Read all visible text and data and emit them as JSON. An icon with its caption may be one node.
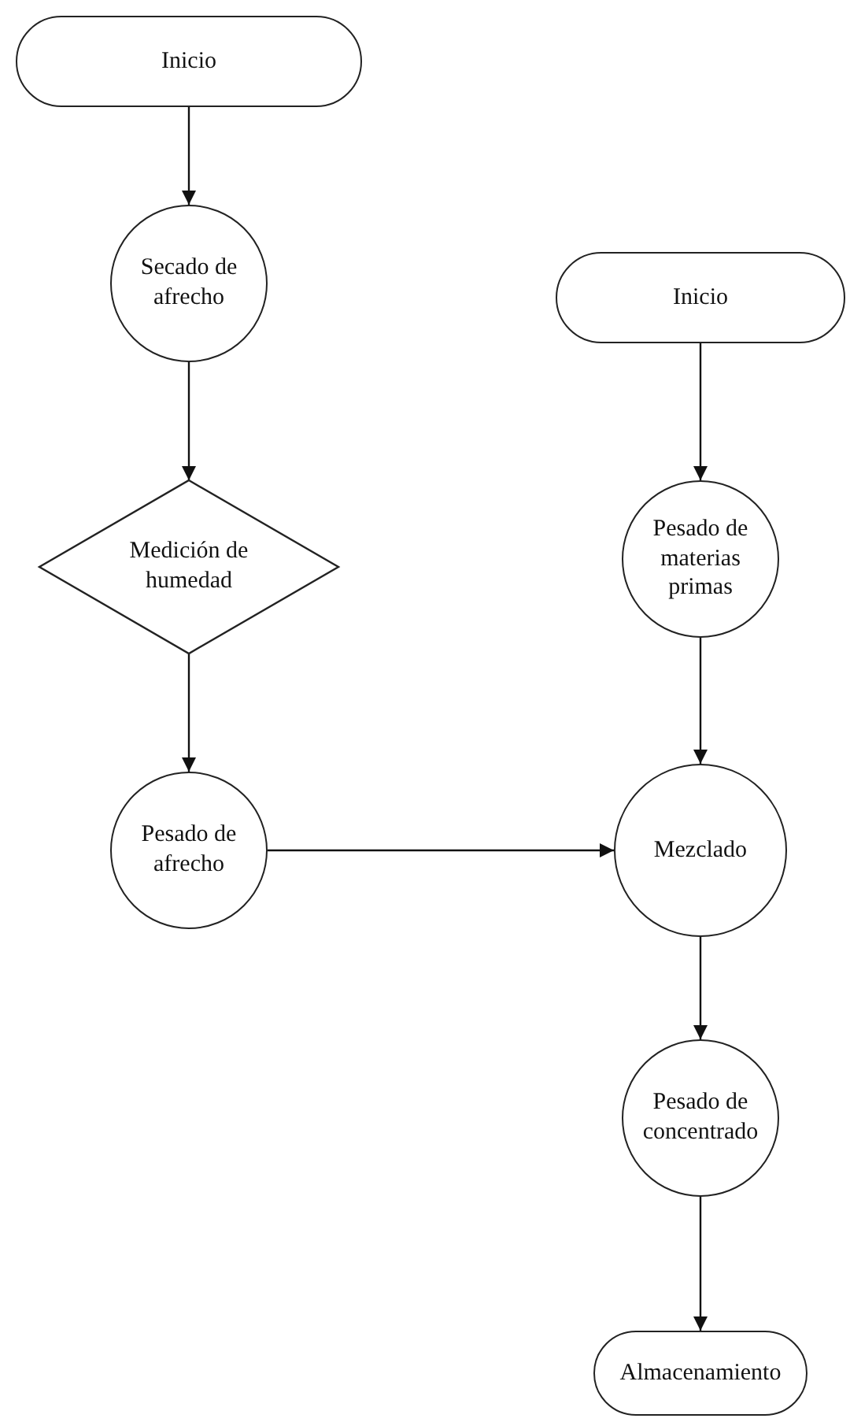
{
  "diagram": {
    "nodes": [
      {
        "text": [
          "Inicio"
        ]
      },
      {
        "text": [
          "Secado de afrecho"
        ]
      },
      {
        "text": [
          "Medición de humedad"
        ]
      },
      {
        "text": [
          "Pesado de afrecho"
        ]
      },
      {
        "text": [
          "Inicio"
        ]
      },
      {
        "text": [
          "Pesado de materias primas"
        ]
      },
      {
        "text": [
          "Mezclado"
        ]
      },
      {
        "text": [
          "Pesado de concentrado"
        ]
      },
      {
        "text": [
          "Almacenamiento"
        ]
      }
    ],
    "edges": [
      {
        "from": 0,
        "to": 1,
        "arrow": "to"
      },
      {
        "from": 1,
        "to": 2,
        "arrow": "to"
      },
      {
        "from": 2,
        "to": 3,
        "arrow": "to"
      },
      {
        "from": 3,
        "to": 6,
        "arrow": "to"
      },
      {
        "from": 4,
        "to": 5,
        "arrow": "to"
      },
      {
        "from": 5,
        "to": 6,
        "arrow": "to"
      },
      {
        "from": 6,
        "to": 7,
        "arrow": "to"
      },
      {
        "from": 7,
        "to": 8,
        "arrow": "to"
      }
    ]
  }
}
